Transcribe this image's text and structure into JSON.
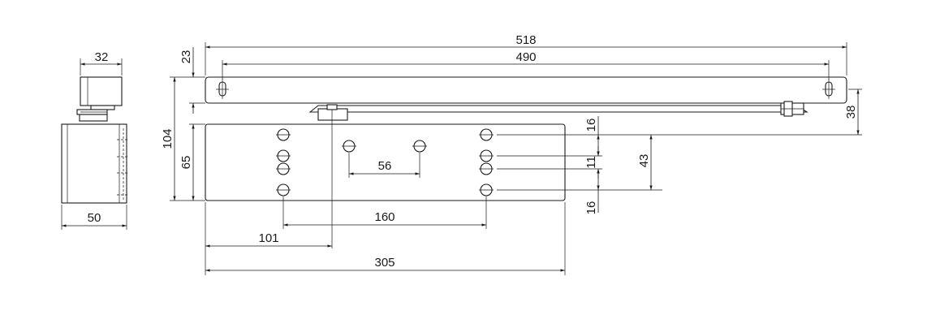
{
  "drawing": {
    "side_view": {
      "dim_width_top": "32",
      "dim_width_bottom": "50"
    },
    "front_view": {
      "dim_overall_rail": "518",
      "dim_rail_holes": "490",
      "dim_rail_offset": "23",
      "dim_total_height": "104",
      "dim_body_height": "65",
      "dim_arm_offset": "38",
      "dim_top_hole_offset": "16",
      "dim_hole_spacing": "11",
      "dim_hole_span": "43",
      "dim_bottom_hole_offset": "16",
      "dim_upper_hole_spacing": "56",
      "dim_hole_group_spacing": "160",
      "dim_axis_offset": "101",
      "dim_body_length": "305"
    }
  }
}
